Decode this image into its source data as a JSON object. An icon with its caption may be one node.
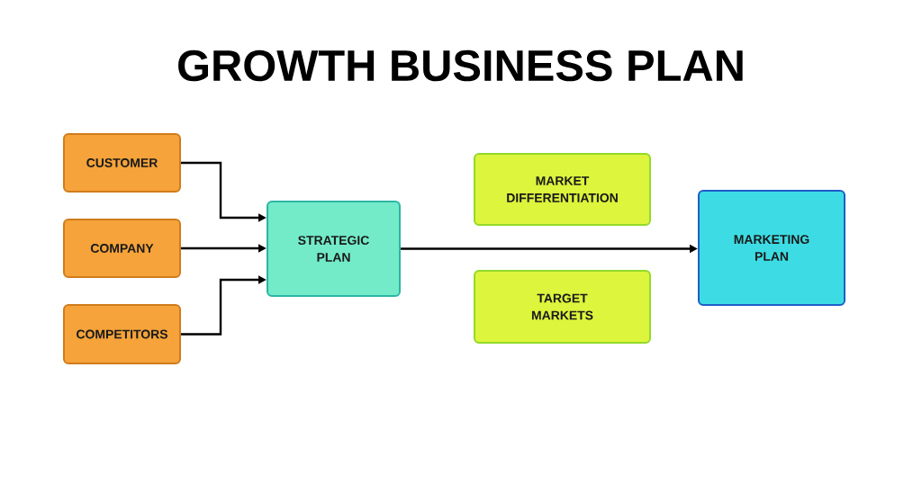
{
  "diagram": {
    "title": "GROWTH BUSINESS PLAN",
    "nodes": [
      {
        "text": [
          "CUSTOMER"
        ]
      },
      {
        "text": [
          "COMPANY"
        ]
      },
      {
        "text": [
          "COMPETITORS"
        ]
      },
      {
        "text": [
          "STRATEGIC PLAN"
        ]
      },
      {
        "text": [
          "MARKET DIFFERENTIATION"
        ]
      },
      {
        "text": [
          "TARGET MARKETS"
        ]
      },
      {
        "text": [
          "MARKETING PLAN"
        ]
      }
    ],
    "edges": [
      {
        "from": 0,
        "to": 3,
        "arrow": "to"
      },
      {
        "from": 1,
        "to": 3,
        "arrow": "to"
      },
      {
        "from": 2,
        "to": 3,
        "arrow": "to"
      },
      {
        "from": 3,
        "to": 6,
        "arrow": "to"
      }
    ]
  }
}
